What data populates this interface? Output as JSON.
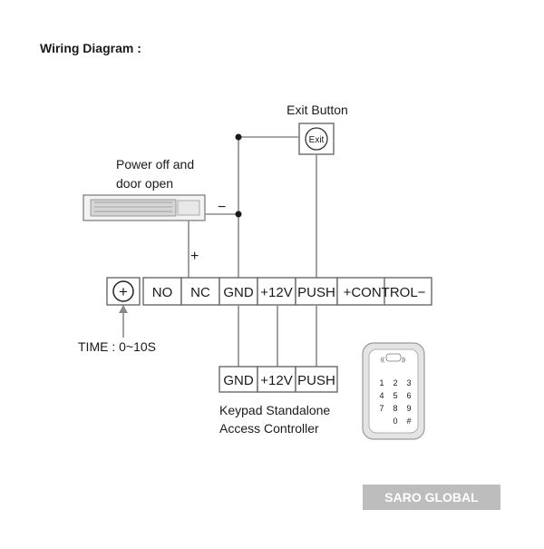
{
  "title": "Wiring Diagram :",
  "exit_button": {
    "label": "Exit Button",
    "text": "Exit"
  },
  "lock": {
    "label_line1": "Power off and",
    "label_line2": "door open",
    "minus_label": "−",
    "plus_label": "+"
  },
  "terminal_strip": {
    "symbol": "+",
    "terminals": [
      "NO",
      "NC",
      "GND",
      "+12V",
      "PUSH",
      "+CONTROL−"
    ]
  },
  "time_label": "TIME : 0~10S",
  "keypad_terminals": [
    "GND",
    "+12V",
    "PUSH"
  ],
  "keypad": {
    "label_line1": "Keypad Standalone",
    "label_line2": "Access Controller",
    "keys": [
      "1",
      "2",
      "3",
      "4",
      "5",
      "6",
      "7",
      "8",
      "9",
      "0",
      "#"
    ]
  },
  "watermark": "SARO GLOBAL"
}
